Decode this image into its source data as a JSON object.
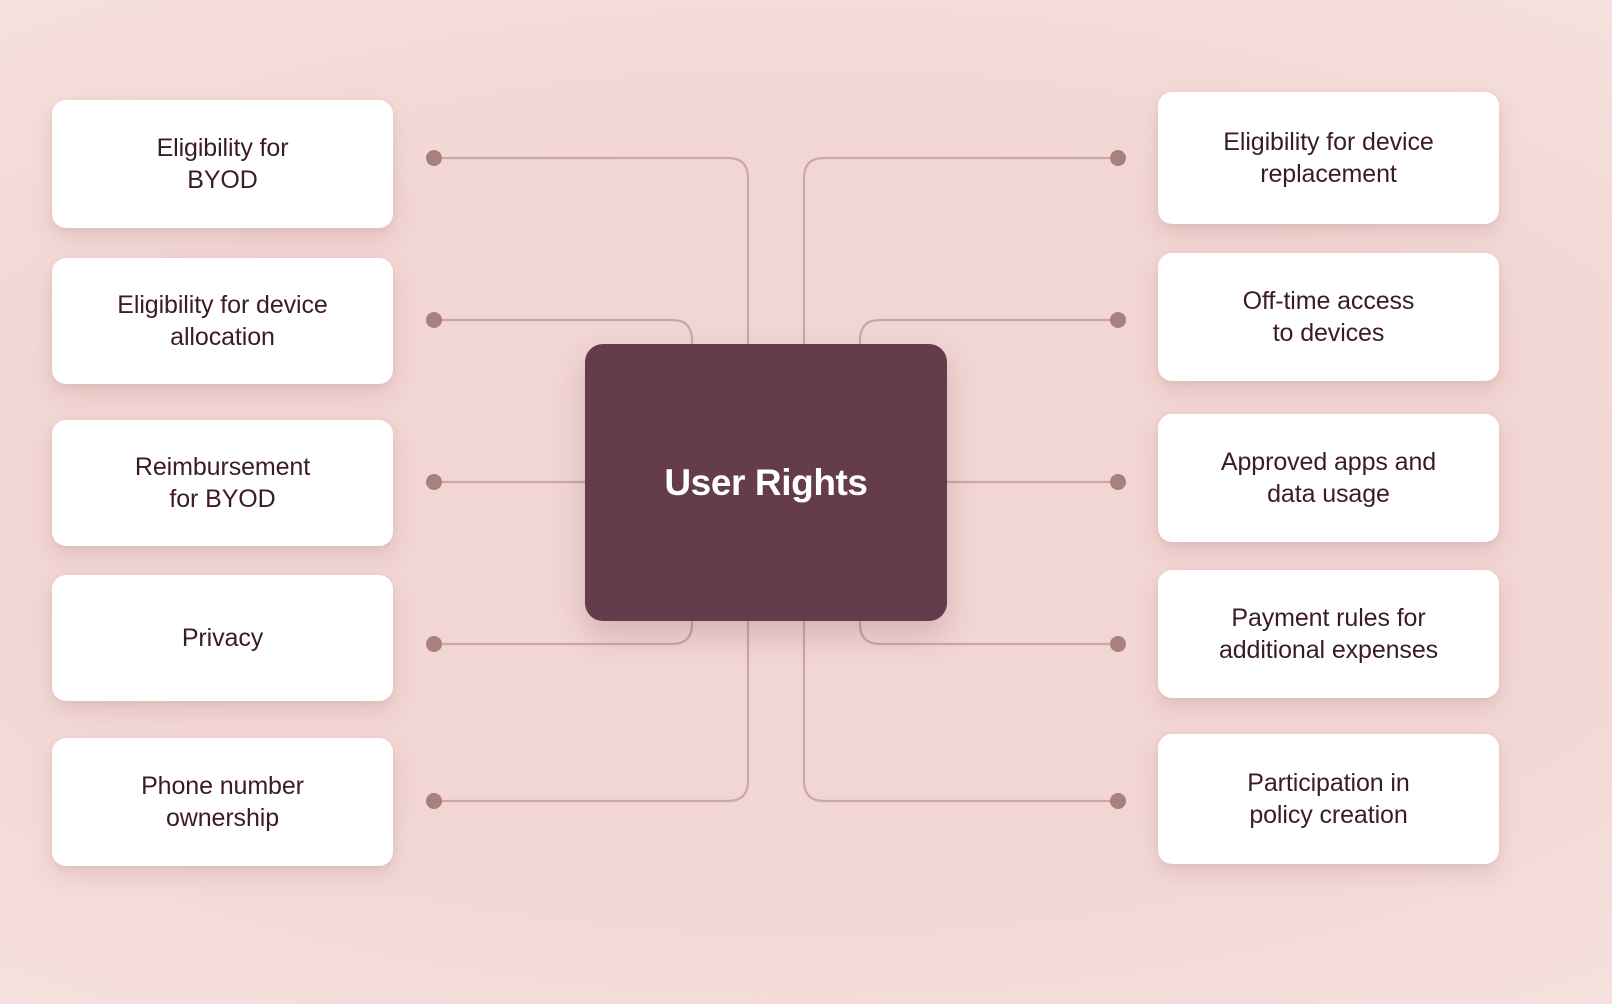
{
  "diagram": {
    "type": "mind-map",
    "center": {
      "label": "User Rights",
      "color": "#643c4c",
      "text_color": "#ffffff"
    },
    "background_color": "#f2d6d3",
    "card_color": "#ffffff",
    "card_text_color": "#3b1c26",
    "connector_color": "#c9a8a6",
    "connector_dot_color": "#a8817f",
    "left_branches": [
      {
        "line1": "Eligibility for",
        "line2": "BYOD"
      },
      {
        "line1": "Eligibility for device",
        "line2": "allocation"
      },
      {
        "line1": "Reimbursement",
        "line2": "for BYOD"
      },
      {
        "line1": "Privacy",
        "line2": ""
      },
      {
        "line1": "Phone number",
        "line2": "ownership"
      }
    ],
    "right_branches": [
      {
        "line1": "Eligibility for device",
        "line2": "replacement"
      },
      {
        "line1": "Off-time access",
        "line2": "to devices"
      },
      {
        "line1": "Approved apps and",
        "line2": "data usage"
      },
      {
        "line1": "Payment rules for",
        "line2": "additional expenses"
      },
      {
        "line1": "Participation in",
        "line2": "policy creation"
      }
    ]
  }
}
